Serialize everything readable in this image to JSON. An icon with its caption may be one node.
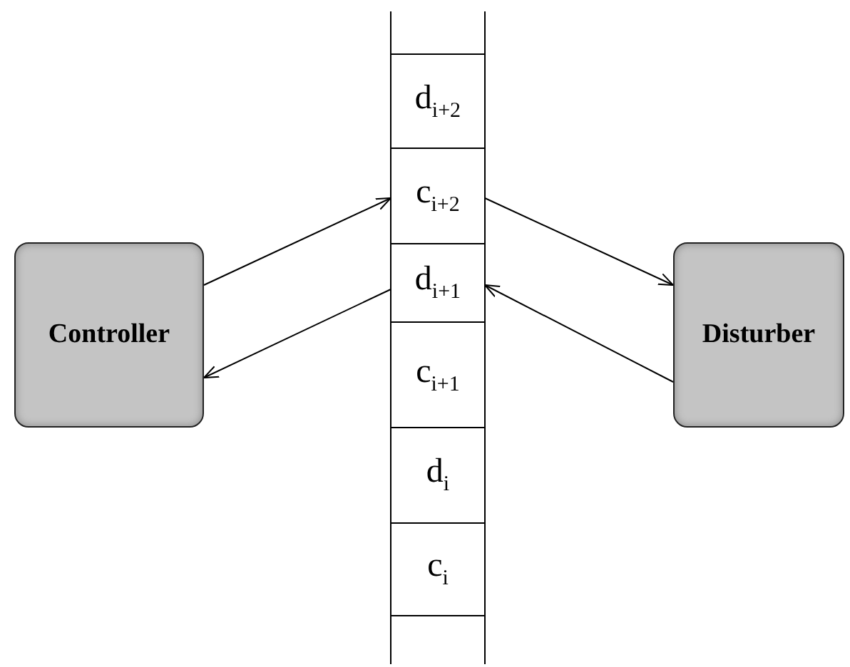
{
  "diagram": {
    "nodes": [
      {
        "text": [
          "Controller"
        ]
      },
      {
        "text": [
          "d$_{i+2}$"
        ]
      },
      {
        "text": [
          "c$_{i+2}$"
        ]
      },
      {
        "text": [
          "d$_{i+1}$"
        ]
      },
      {
        "text": [
          "c$_{i+1}$"
        ]
      },
      {
        "text": [
          "d$_{i}$"
        ]
      },
      {
        "text": [
          "c$_{i}$"
        ]
      },
      {
        "text": [
          "Disturber"
        ]
      }
    ],
    "edges": [
      {
        "from": 0,
        "to": 2,
        "arrow": "to"
      },
      {
        "from": 3,
        "to": 0,
        "arrow": "to"
      },
      {
        "from": 2,
        "to": 7,
        "arrow": "to"
      },
      {
        "from": 7,
        "to": 3,
        "arrow": "to"
      }
    ]
  }
}
